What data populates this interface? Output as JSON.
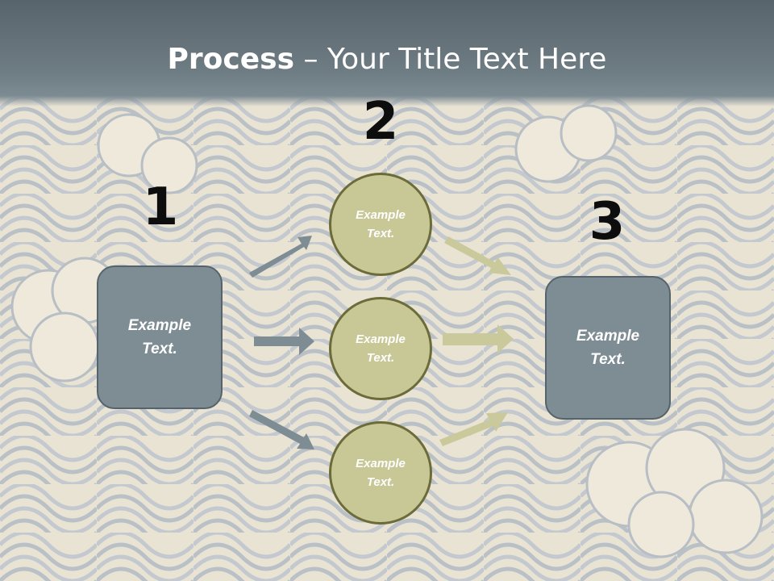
{
  "title": {
    "bold": "Process",
    "rest": " – Your Title Text Here"
  },
  "steps": {
    "one": "1",
    "two": "2",
    "three": "3"
  },
  "left_box": {
    "label": "Example Text."
  },
  "circles": [
    {
      "label": "Example Text."
    },
    {
      "label": "Example Text."
    },
    {
      "label": "Example Text."
    }
  ],
  "right_box": {
    "label": "Example Text."
  },
  "colors": {
    "header": "#6f7d84",
    "box": "#7e8c94",
    "circle": "#c8c796",
    "circle_border": "#6c6b3a",
    "left_arrows": "#7e8c94",
    "right_arrows": "#c8c796"
  }
}
